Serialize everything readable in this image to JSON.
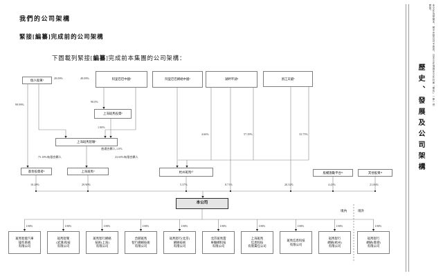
{
  "page": {
    "title": "我們的公司架構",
    "subtitle": "緊接[編纂]完成前的公司架構",
    "intro_pre": "下圖載列緊接[",
    "intro_bold": "編纂",
    "intro_post": "]完成前本集團的公司架構："
  },
  "sidebar": {
    "disclaimer": "本文件為草擬本，屬不完整且可予更改，且本文件須與本文件封面「警告」一節一併閱讀。",
    "section_title": "歷史、發展及公司架構"
  },
  "chart": {
    "entities": [
      {
        "name": "individual-shareholders",
        "label": "個人股東¹"
      },
      {
        "name": "alibaba-china",
        "label": "阿里巴巴中國²"
      },
      {
        "name": "alibaba-network-china",
        "label": "阿里巴巴網絡中國³"
      },
      {
        "name": "hupan-pinghu",
        "label": "湖畔平湖⁴"
      },
      {
        "name": "zhejiang-tmall",
        "label": "浙江天貓⁵"
      },
      {
        "name": "shanghai-banma-investment",
        "label": "上海斑馬投資⁶"
      },
      {
        "name": "shanghai-banma-zhilian",
        "label": "上海斑馬智聯⁷"
      },
      {
        "name": "fund-investors",
        "label": "基金投資者⁸"
      },
      {
        "name": "shanghai-banma",
        "label": "上海斑馬⁹"
      },
      {
        "name": "hangzhou-banma",
        "label": "杭州斑馬¹⁰"
      },
      {
        "name": "equity-incentive-platform",
        "label": "股權激勵平台¹¹"
      },
      {
        "name": "other-shareholders",
        "label": "其他股東¹²"
      },
      {
        "name": "the-company",
        "label": "本公司"
      }
    ],
    "percent_labels": [
      "99.99%",
      "49.09%",
      "49.09%",
      "90.0%",
      "1.90%",
      "普通合夥人,1.0%",
      "75.18%有限合夥人",
      "23.69%有限合夥人",
      "4.66%",
      "57.39%",
      "33.75%",
      "10.28%",
      "29.90%",
      "5.37%",
      "8.71%",
      "20.32%",
      "4.43%",
      "21.06%"
    ],
    "region_labels": {
      "onshore": "境內",
      "offshore": "境外"
    },
    "ownership_label": "100%",
    "subsidiaries": [
      [
        "斑馬智能汽車",
        "操作系統",
        "有限公司"
      ],
      [
        "斑馬智駕",
        "(武漢)科技",
        "有限公司"
      ],
      [
        "斑馬智行網絡",
        "技術(上海)",
        "有限公司"
      ],
      [
        "合肥斑馬",
        "智行網絡技術",
        "有限公司"
      ],
      [
        "斑馬智行(北京)",
        "網絡技術",
        "有限公司"
      ],
      [
        "北京斑馬雲",
        "車聯網科技",
        "有限公司"
      ],
      [
        "上海斑馬",
        "信息科技",
        "有限責任公司"
      ],
      [
        "斑馬信息科技",
        "有限公司"
      ],
      [
        "斑馬智行",
        "網絡(杭州)",
        "有限公司"
      ],
      [
        "斑馬智行",
        "網絡(香港)",
        "有限公司"
      ]
    ]
  }
}
